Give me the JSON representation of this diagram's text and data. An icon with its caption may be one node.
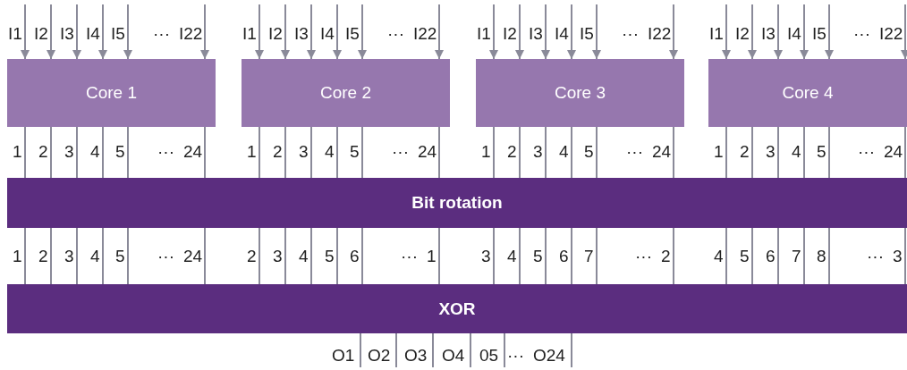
{
  "diagram": {
    "nodes": [
      {
        "text": [
          "Core 1"
        ]
      },
      {
        "text": [
          "Core 2"
        ]
      },
      {
        "text": [
          "Core 3"
        ]
      },
      {
        "text": [
          "Core 4"
        ]
      },
      {
        "text": [
          "Bit rotation"
        ]
      },
      {
        "text": [
          "XOR"
        ]
      }
    ],
    "edges": [
      {
        "from": null,
        "to": 0,
        "arrow": "to"
      },
      {
        "from": null,
        "to": 0,
        "arrow": "to"
      },
      {
        "from": null,
        "to": 0,
        "arrow": "to"
      },
      {
        "from": null,
        "to": 0,
        "arrow": "to"
      },
      {
        "from": null,
        "to": 0,
        "arrow": "to"
      },
      {
        "from": null,
        "to": 0,
        "arrow": "to"
      },
      {
        "from": null,
        "to": 1,
        "arrow": "to"
      },
      {
        "from": null,
        "to": 1,
        "arrow": "to"
      },
      {
        "from": null,
        "to": 1,
        "arrow": "to"
      },
      {
        "from": null,
        "to": 1,
        "arrow": "to"
      },
      {
        "from": null,
        "to": 1,
        "arrow": "to"
      },
      {
        "from": null,
        "to": 1,
        "arrow": "to"
      },
      {
        "from": null,
        "to": 2,
        "arrow": "to"
      },
      {
        "from": null,
        "to": 2,
        "arrow": "to"
      },
      {
        "from": null,
        "to": 2,
        "arrow": "to"
      },
      {
        "from": null,
        "to": 2,
        "arrow": "to"
      },
      {
        "from": null,
        "to": 2,
        "arrow": "to"
      },
      {
        "from": null,
        "to": 2,
        "arrow": "to"
      },
      {
        "from": null,
        "to": 3,
        "arrow": "to"
      },
      {
        "from": null,
        "to": 3,
        "arrow": "to"
      },
      {
        "from": null,
        "to": 3,
        "arrow": "to"
      },
      {
        "from": null,
        "to": 3,
        "arrow": "to"
      },
      {
        "from": null,
        "to": 3,
        "arrow": "to"
      },
      {
        "from": null,
        "to": 3,
        "arrow": "to"
      },
      {
        "from": 0,
        "to": 4,
        "arrow": "none"
      },
      {
        "from": 0,
        "to": 4,
        "arrow": "none"
      },
      {
        "from": 0,
        "to": 4,
        "arrow": "none"
      },
      {
        "from": 0,
        "to": 4,
        "arrow": "none"
      },
      {
        "from": 0,
        "to": 4,
        "arrow": "none"
      },
      {
        "from": 0,
        "to": 4,
        "arrow": "none"
      },
      {
        "from": 1,
        "to": 4,
        "arrow": "none"
      },
      {
        "from": 1,
        "to": 4,
        "arrow": "none"
      },
      {
        "from": 1,
        "to": 4,
        "arrow": "none"
      },
      {
        "from": 1,
        "to": 4,
        "arrow": "none"
      },
      {
        "from": 1,
        "to": 4,
        "arrow": "none"
      },
      {
        "from": 1,
        "to": 4,
        "arrow": "none"
      },
      {
        "from": 2,
        "to": 4,
        "arrow": "none"
      },
      {
        "from": 2,
        "to": 4,
        "arrow": "none"
      },
      {
        "from": 2,
        "to": 4,
        "arrow": "none"
      },
      {
        "from": 2,
        "to": 4,
        "arrow": "none"
      },
      {
        "from": 2,
        "to": 4,
        "arrow": "none"
      },
      {
        "from": 2,
        "to": 4,
        "arrow": "none"
      },
      {
        "from": 3,
        "to": 4,
        "arrow": "none"
      },
      {
        "from": 3,
        "to": 4,
        "arrow": "none"
      },
      {
        "from": 3,
        "to": 4,
        "arrow": "none"
      },
      {
        "from": 3,
        "to": 4,
        "arrow": "none"
      },
      {
        "from": 3,
        "to": 4,
        "arrow": "none"
      },
      {
        "from": 3,
        "to": 4,
        "arrow": "none"
      },
      {
        "from": 4,
        "to": 5,
        "arrow": "none"
      },
      {
        "from": 4,
        "to": 5,
        "arrow": "none"
      },
      {
        "from": 4,
        "to": 5,
        "arrow": "none"
      },
      {
        "from": 4,
        "to": 5,
        "arrow": "none"
      },
      {
        "from": 4,
        "to": 5,
        "arrow": "none"
      },
      {
        "from": 4,
        "to": 5,
        "arrow": "none"
      },
      {
        "from": 4,
        "to": 5,
        "arrow": "none"
      },
      {
        "from": 4,
        "to": 5,
        "arrow": "none"
      },
      {
        "from": 4,
        "to": 5,
        "arrow": "none"
      },
      {
        "from": 4,
        "to": 5,
        "arrow": "none"
      },
      {
        "from": 4,
        "to": 5,
        "arrow": "none"
      },
      {
        "from": 4,
        "to": 5,
        "arrow": "none"
      },
      {
        "from": 4,
        "to": 5,
        "arrow": "none"
      },
      {
        "from": 4,
        "to": 5,
        "arrow": "none"
      },
      {
        "from": 4,
        "to": 5,
        "arrow": "none"
      },
      {
        "from": 4,
        "to": 5,
        "arrow": "none"
      },
      {
        "from": 4,
        "to": 5,
        "arrow": "none"
      },
      {
        "from": 4,
        "to": 5,
        "arrow": "none"
      },
      {
        "from": 4,
        "to": 5,
        "arrow": "none"
      },
      {
        "from": 4,
        "to": 5,
        "arrow": "none"
      },
      {
        "from": 4,
        "to": 5,
        "arrow": "none"
      },
      {
        "from": 4,
        "to": 5,
        "arrow": "none"
      },
      {
        "from": 4,
        "to": 5,
        "arrow": "none"
      },
      {
        "from": 4,
        "to": 5,
        "arrow": "none"
      },
      {
        "from": 5,
        "to": null,
        "arrow": "none"
      },
      {
        "from": 5,
        "to": null,
        "arrow": "none"
      },
      {
        "from": 5,
        "to": null,
        "arrow": "none"
      },
      {
        "from": 5,
        "to": null,
        "arrow": "none"
      },
      {
        "from": 5,
        "to": null,
        "arrow": "none"
      },
      {
        "from": 5,
        "to": null,
        "arrow": "none"
      }
    ],
    "labels": [
      "I1",
      "I2",
      "I3",
      "I4",
      "I5",
      "···",
      "I22",
      "I1",
      "I2",
      "I3",
      "I4",
      "I5",
      "···",
      "I22",
      "I1",
      "I2",
      "I3",
      "I4",
      "I5",
      "···",
      "I22",
      "I1",
      "I2",
      "I3",
      "I4",
      "I5",
      "···",
      "I22",
      "1",
      "2",
      "3",
      "4",
      "5",
      "···",
      "24",
      "1",
      "2",
      "3",
      "4",
      "5",
      "···",
      "24",
      "1",
      "2",
      "3",
      "4",
      "5",
      "···",
      "24",
      "1",
      "2",
      "3",
      "4",
      "5",
      "···",
      "24",
      "1",
      "2",
      "3",
      "4",
      "5",
      "···",
      "24",
      "2",
      "3",
      "4",
      "5",
      "6",
      "···",
      "1",
      "3",
      "4",
      "5",
      "6",
      "7",
      "···",
      "2",
      "4",
      "5",
      "6",
      "7",
      "8",
      "···",
      "3",
      "O1",
      "O2",
      "O3",
      "O4",
      "05",
      "···",
      "O24"
    ]
  }
}
